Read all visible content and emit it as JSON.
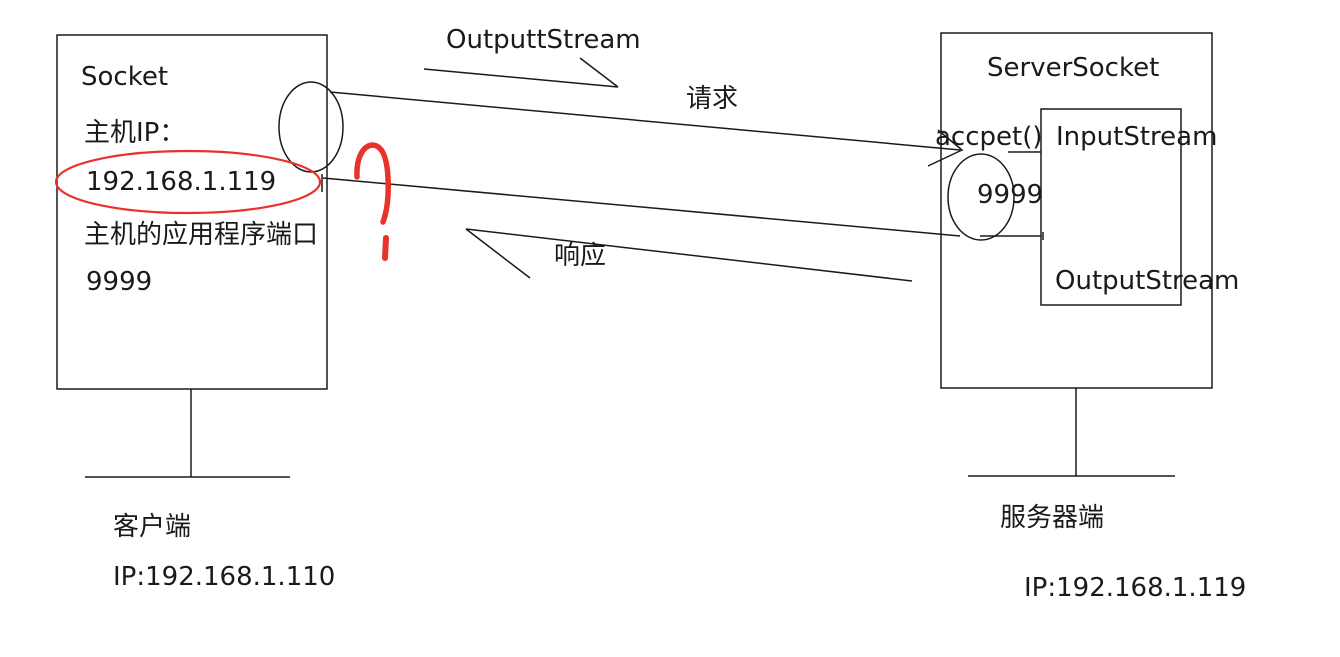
{
  "client": {
    "title": "Socket",
    "host_ip_label": "主机IP：",
    "host_ip_value": "192.168.1.119",
    "port_label": "主机的应用程序端口",
    "port_value": "9999",
    "caption": "客户端",
    "ip": "IP:192.168.1.110"
  },
  "server": {
    "title": "ServerSocket",
    "accept_label": "accpet()",
    "port_value": "9999",
    "input_stream": "InputStream",
    "output_stream": "OutputStream",
    "caption": "服务器端",
    "ip": "IP:192.168.1.119"
  },
  "arrows": {
    "output_stream_label": "OutputtStream",
    "request_label": "请求",
    "response_label": "响应"
  },
  "colors": {
    "ink": "#1a1a1a",
    "highlight": "#e8332b"
  }
}
